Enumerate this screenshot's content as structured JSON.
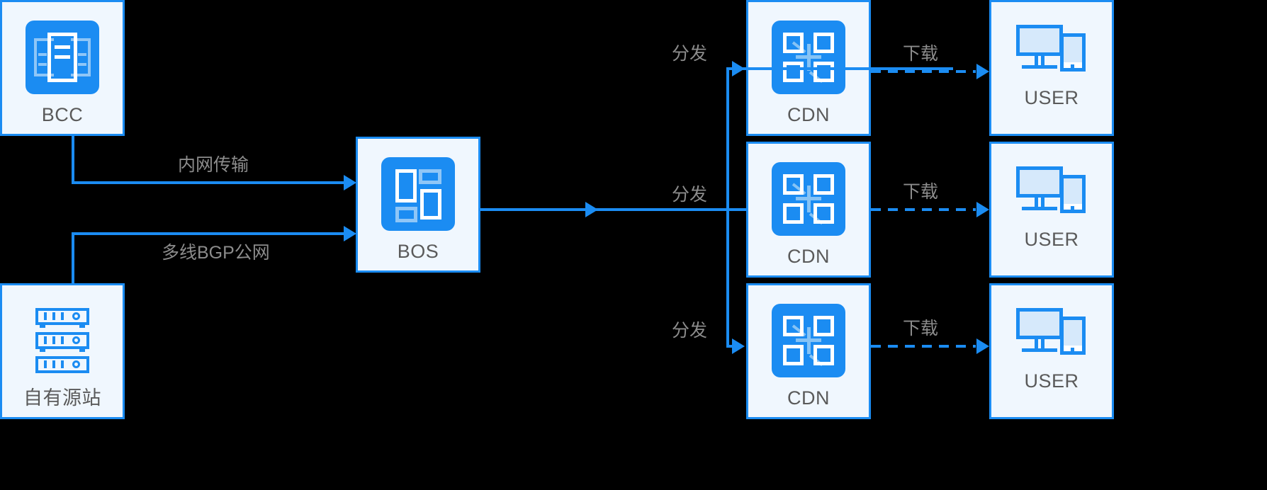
{
  "diagram": {
    "title": "BOS CDN distribution architecture",
    "background": "#000000",
    "accent": "#1b8cf2",
    "card_fill": "#f0f7fe",
    "label_color": "#8c8c8c",
    "node_label_color": "#5a5a5a"
  },
  "nodes": [
    {
      "id": "bcc",
      "label": "BCC",
      "icon": "server-rack-icon"
    },
    {
      "id": "origin",
      "label": "自有源站",
      "icon": "server-stack-icon"
    },
    {
      "id": "bos",
      "label": "BOS",
      "icon": "object-storage-icon"
    },
    {
      "id": "cdn1",
      "label": "CDN",
      "icon": "cdn-nodes-icon"
    },
    {
      "id": "cdn2",
      "label": "CDN",
      "icon": "cdn-nodes-icon"
    },
    {
      "id": "cdn3",
      "label": "CDN",
      "icon": "cdn-nodes-icon"
    },
    {
      "id": "user1",
      "label": "USER",
      "icon": "devices-icon"
    },
    {
      "id": "user2",
      "label": "USER",
      "icon": "devices-icon"
    },
    {
      "id": "user3",
      "label": "USER",
      "icon": "devices-icon"
    }
  ],
  "edges": [
    {
      "id": "bcc-to-bos",
      "label": "内网传输",
      "from": "bcc",
      "to": "bos",
      "style": "solid"
    },
    {
      "id": "origin-to-bos",
      "label": "多线BGP公网",
      "from": "origin",
      "to": "bos",
      "style": "solid"
    },
    {
      "id": "bos-to-cdn1",
      "label": "分发",
      "from": "bos",
      "to": "cdn1",
      "style": "solid"
    },
    {
      "id": "bos-to-cdn2",
      "label": "分发",
      "from": "bos",
      "to": "cdn2",
      "style": "solid"
    },
    {
      "id": "bos-to-cdn3",
      "label": "分发",
      "from": "bos",
      "to": "cdn3",
      "style": "solid"
    },
    {
      "id": "cdn1-to-user1",
      "label": "下载",
      "from": "cdn1",
      "to": "user1",
      "style": "dashed"
    },
    {
      "id": "cdn2-to-user2",
      "label": "下载",
      "from": "cdn2",
      "to": "user2",
      "style": "dashed"
    },
    {
      "id": "cdn3-to-user3",
      "label": "下载",
      "from": "cdn3",
      "to": "user3",
      "style": "dashed"
    }
  ]
}
